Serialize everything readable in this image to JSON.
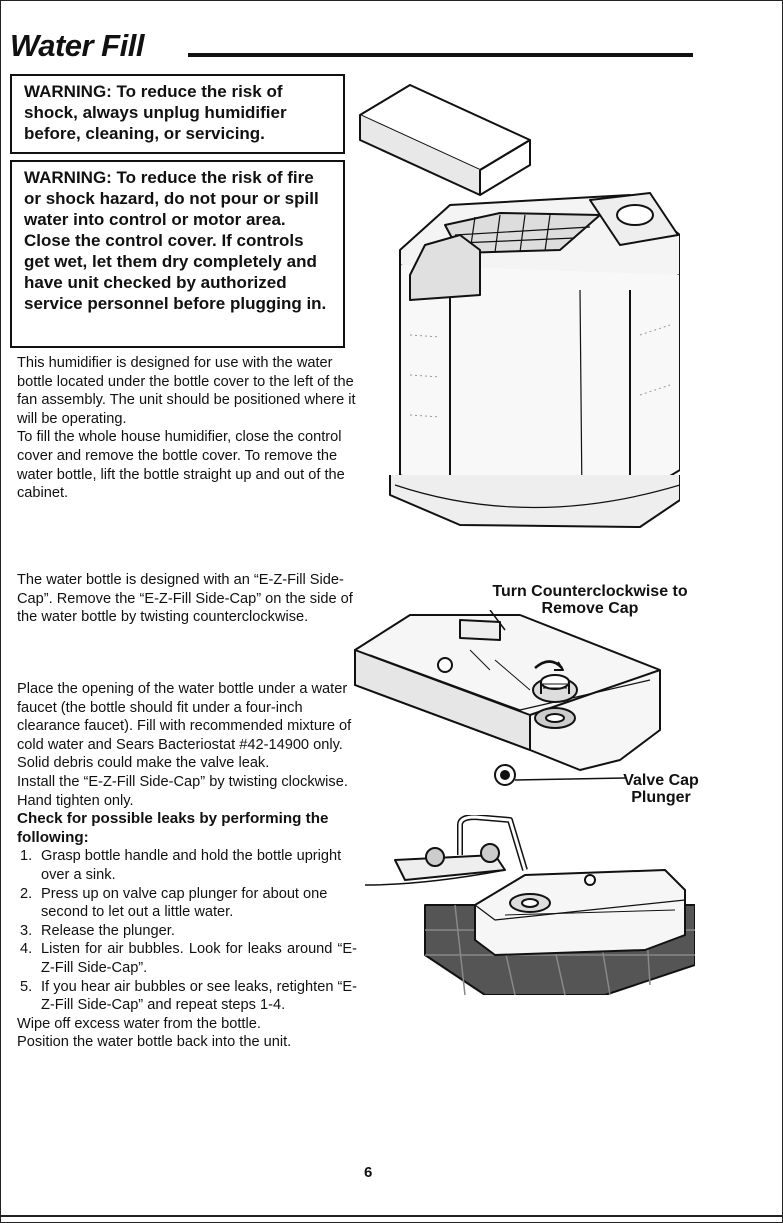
{
  "section_title": "Water Fill",
  "warnings": [
    "WARNING: To reduce the risk of shock, always unplug humidifier before, cleaning, or servicing.",
    "WARNING: To reduce the risk of fire or shock hazard, do not pour or spill water into control or motor area. Close the control cover. If controls get wet, let them dry completely and have unit checked by authorized service personnel before plugging in."
  ],
  "paragraphs": {
    "intro": "This humidifier is designed for use with the water bottle located under the bottle cover to the left of the fan assembly. The unit should be positioned where it will be operating.",
    "fill": "To fill the whole house humidifier, close the control cover and remove the bottle cover. To remove the water bottle, lift the bottle straight up and out of the cabinet.",
    "cap": "The water bottle is designed with an “E-Z-Fill Side-Cap”. Remove the “E-Z-Fill Side-Cap” on the side of the water bottle by twisting counterclockwise.",
    "faucet": "Place the opening of the water bottle under a water faucet (the bottle should fit under a four-inch clearance faucet). Fill with recommended mixture of cold water and Sears Bacteriostat #42-14900 only. Solid debris could make the valve leak.",
    "install": "Install the “E-Z-Fill Side-Cap” by twisting clockwise. Hand tighten only.",
    "check": "Check for possible leaks by performing the following:",
    "wipe": "Wipe off excess water from the bottle.",
    "position": "Position the water bottle back into the unit."
  },
  "steps": [
    {
      "number": "1.",
      "text": "Grasp bottle handle and hold the bottle upright over a sink."
    },
    {
      "number": "2.",
      "text": "Press up on valve cap plunger for about one second to let out a little water."
    },
    {
      "number": "3.",
      "text": "Release the plunger."
    },
    {
      "number": "4.",
      "text": "Listen for air bubbles. Look for leaks around “E-Z-Fill Side-Cap”."
    },
    {
      "number": "5.",
      "text": "If you hear air bubbles or see leaks, retighten “E-Z-Fill Side-Cap” and repeat steps 1-4."
    }
  ],
  "callouts": {
    "remove_cap": "Turn Counterclockwise to Remove Cap",
    "valve": "Valve Cap Plunger"
  },
  "page_number": "6"
}
